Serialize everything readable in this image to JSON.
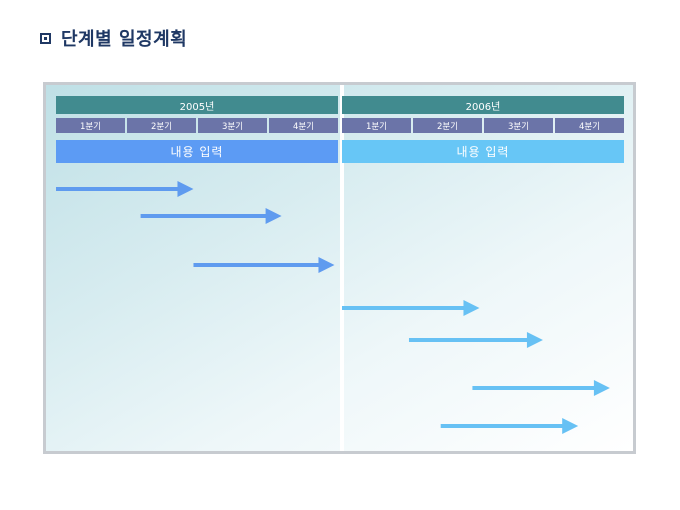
{
  "page": {
    "title": "단계별 일정계획"
  },
  "timeline": {
    "years": [
      {
        "label": "2005년",
        "quarters": [
          "1분기",
          "2분기",
          "3분기",
          "4분기"
        ],
        "content_label": "내용 입력",
        "content_color": "#5c9bf4"
      },
      {
        "label": "2006년",
        "quarters": [
          "1분기",
          "2분기",
          "3분기",
          "4분기"
        ],
        "content_label": "내용 입력",
        "content_color": "#67c6f6"
      }
    ],
    "tasks": [
      {
        "year": 0,
        "start_quarter": 1.0,
        "end_quarter": 2.95,
        "color": "#5f9bef"
      },
      {
        "year": 0,
        "start_quarter": 2.2,
        "end_quarter": 4.2,
        "color": "#5f9bef"
      },
      {
        "year": 0,
        "start_quarter": 2.95,
        "end_quarter": 4.95,
        "color": "#5f9bef"
      },
      {
        "year": 1,
        "start_quarter": 1.0,
        "end_quarter": 2.95,
        "color": "#67c1f4"
      },
      {
        "year": 1,
        "start_quarter": 1.95,
        "end_quarter": 3.85,
        "color": "#67c1f4"
      },
      {
        "year": 1,
        "start_quarter": 2.85,
        "end_quarter": 4.8,
        "color": "#67c1f4"
      },
      {
        "year": 1,
        "start_quarter": 2.4,
        "end_quarter": 4.35,
        "color": "#67c1f4"
      }
    ]
  }
}
